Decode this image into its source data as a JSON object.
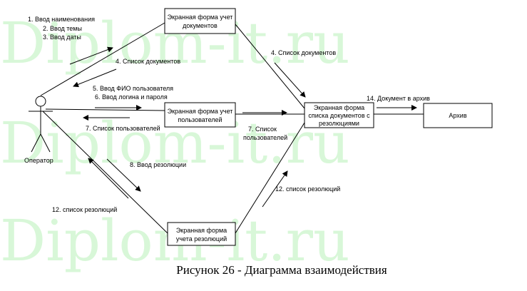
{
  "watermark": {
    "text": "Diplom-it.ru",
    "color": "#b9f2b9"
  },
  "actor": {
    "label": "Оператор"
  },
  "boxes": {
    "docs_form": [
      "Экранная форма учет",
      "документов"
    ],
    "users_form": [
      "Экранная форма учет",
      "пользователей"
    ],
    "resolutions_form": [
      "Экранная форма",
      "учета резолюций"
    ],
    "doc_list_form": [
      "Экранная форма",
      "списка документов с",
      "резолюциями"
    ],
    "archive": [
      "Архив"
    ]
  },
  "messages": {
    "m1": "1. Ввод наименования",
    "m2": "2. Ввод темы",
    "m3": "3. Ввод даты",
    "m4_left": "4. Список документов",
    "m4_right": "4. Список документов",
    "m5": "5. Ввод ФИО пользователя",
    "m6": "6. Ввод логина и пароля",
    "m7_left": "7. Список пользователей",
    "m7_right": [
      "7. Список",
      "пользователей"
    ],
    "m8": "8. Ввод резолюции",
    "m12_left": "12. список резолюций",
    "m12_right": "12. список резолюций",
    "m14": "14. Документ в архив"
  },
  "caption": "Рисунок 26 - Диаграмма взаимодействия"
}
